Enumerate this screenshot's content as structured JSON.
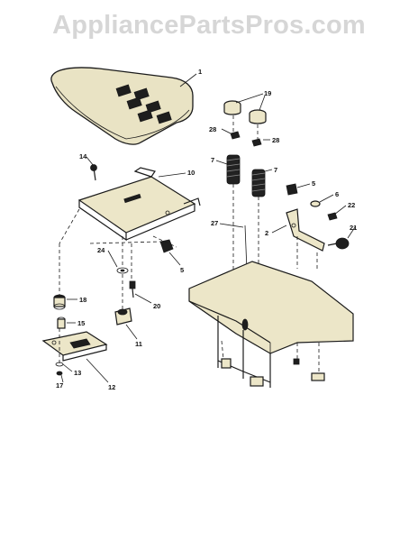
{
  "watermark": "AppliancePartsPros.com",
  "callouts": {
    "c1": "1",
    "c19": "19",
    "c28a": "28",
    "c28b": "28",
    "c7a": "7",
    "c7b": "7",
    "c14": "14",
    "c10": "10",
    "c5a": "5",
    "c6": "6",
    "c22": "22",
    "c27": "27",
    "c2": "2",
    "c21": "21",
    "c24": "24",
    "c5b": "5",
    "c18": "18",
    "c20": "20",
    "c15": "15",
    "c11": "11",
    "c13": "13",
    "c17": "17",
    "c12": "12"
  }
}
